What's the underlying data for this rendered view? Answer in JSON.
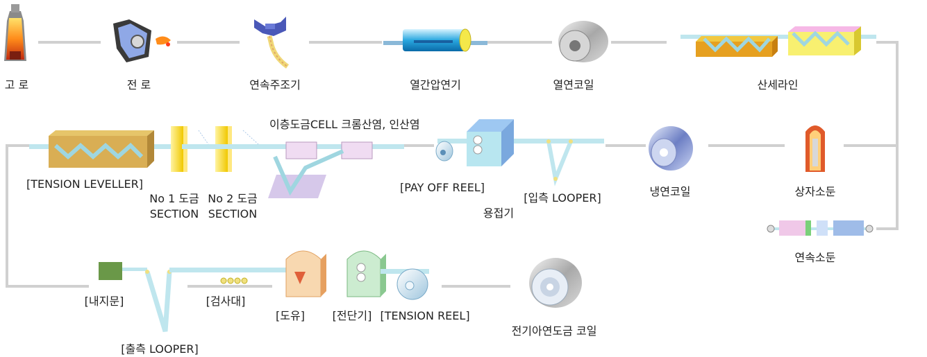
{
  "title": "",
  "stages": {
    "blast_furnace": "고 로",
    "converter": "전 로",
    "continuous_caster": "연속주조기",
    "hot_rolling_mill": "열간압연기",
    "hot_rolled_coil": "열연코일",
    "pickling_line": "산세라인",
    "tension_leveller": "[TENSION LEVELLER]",
    "no1_plating_line1": "No 1 도금",
    "no1_plating_line2": "SECTION",
    "no2_plating_line1": "No 2 도금",
    "no2_plating_line2": "SECTION",
    "double_layer_cell": "이층도금CELL",
    "chromate": "크롬산염, 인산염",
    "pay_off_reel": "[PAY OFF REEL]",
    "welder": "용접기",
    "entry_looper": "[입측 LOOPER]",
    "cold_rolled_coil": "냉연코일",
    "batch_annealing": "상자소둔",
    "continuous_annealing": "연속소둔",
    "fingerprint_resistance": "[내지문]",
    "exit_looper": "[출측 LOOPER]",
    "inspection": "[검사대]",
    "oiling": "[도유]",
    "shear": "[전단기]",
    "tension_reel": "[TENSION REEL]",
    "eg_coil": "전기아연도금 코일"
  },
  "colors": {
    "flow_line": "#d0d0d0",
    "strip": "#bfe6ee",
    "label": "#222222"
  }
}
